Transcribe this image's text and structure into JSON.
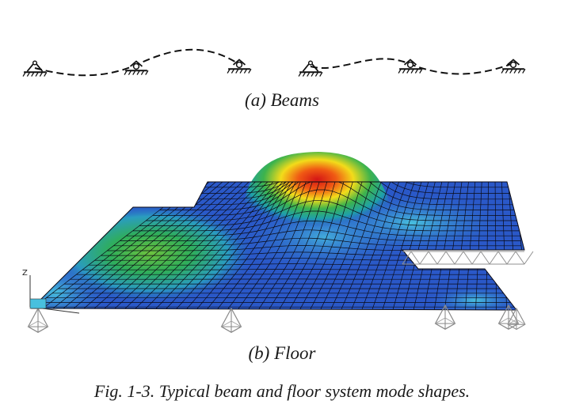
{
  "captions": {
    "beams": "(a) Beams",
    "floor": "(b) Floor",
    "figure": "Fig. 1-3.  Typical beam and floor system mode shapes."
  },
  "axis": {
    "z_label": "Z"
  },
  "icons": {
    "beam_support": "pin-support-icon",
    "beam_roller": "roller-support-icon",
    "floor_support": "pyramid-support-icon",
    "truss": "truss-icon"
  },
  "colors": {
    "mesh_base": "#2a58c8",
    "mesh_line": "#0a0a14",
    "peak_red": "#e2231a",
    "mid_yellow": "#f2e21a",
    "mid_green": "#35b04a",
    "light_cyan": "#3fb6d8"
  }
}
